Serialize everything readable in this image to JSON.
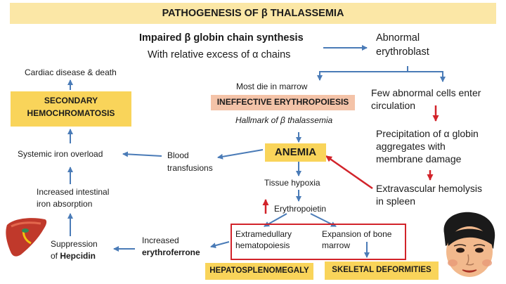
{
  "title": "PATHOGENESIS OF β THALASSEMIA",
  "nodes": {
    "impaired_synthesis": "Impaired β globin chain synthesis",
    "relative_excess": "With relative excess of α chains",
    "abnormal_erythroblast_1": "Abnormal",
    "abnormal_erythroblast_2": "erythroblast",
    "most_die": "Most die in marrow",
    "ineffective_erythropoiesis": "INEFFECTIVE ERYTHROPOIESIS",
    "hallmark": "Hallmark of β thalassemia",
    "few_cells_1": "Few abnormal cells enter",
    "few_cells_2": "circulation",
    "precipitation_1": "Precipitation of  α globin",
    "precipitation_2": "aggregates with",
    "precipitation_3": "membrane damage",
    "extravascular_1": "Extravascular hemolysis",
    "extravascular_2": "in spleen",
    "anemia": "ANEMIA",
    "tissue_hypoxia": "Tissue hypoxia",
    "erythropoietin": "Erythropoietin",
    "extramedullary_1": "Extramedullary",
    "extramedullary_2": "hematopoiesis",
    "expansion_1": "Expansion of bone",
    "expansion_2": "marrow",
    "hepatosplenomegaly": "HEPATOSPLENOMEGALY",
    "skeletal_deformities": "SKELETAL DEFORMITIES",
    "blood_1": "Blood",
    "blood_2": "transfusions",
    "systemic_iron": "Systemic iron overload",
    "cardiac": "Cardiac disease & death",
    "secondary_1": "SECONDARY",
    "secondary_2": "HEMOCHROMATOSIS",
    "intestinal_1": "Increased  intestinal",
    "intestinal_2": "iron absorption",
    "suppression_1": "Suppression",
    "suppression_2": "of ",
    "hepcidin": "Hepcidin",
    "increased_1": "Increased",
    "erythroferrone": "erythroferrone"
  },
  "colors": {
    "blue_arrow": "#4a7bb7",
    "red_arrow": "#d2232a",
    "yellow_box": "#f9d45a",
    "title_band": "#fbe7a6",
    "pink_box": "#f4c3a8"
  },
  "icons": {
    "liver": "liver-illustration",
    "child_face": "child-face-illustration"
  }
}
